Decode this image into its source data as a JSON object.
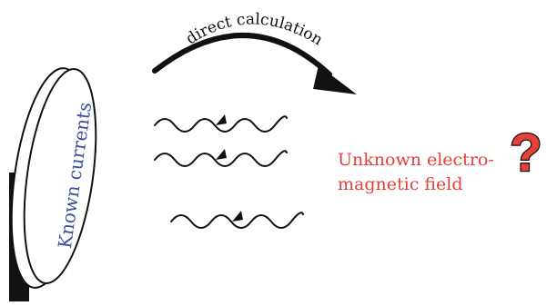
{
  "arrow_label": "direct calculation",
  "source_label": "Known currents",
  "field_label": {
    "line1": "Unknown electro-",
    "line2": "magnetic field"
  },
  "question_mark": "?",
  "colors": {
    "field_text": "#e5403a",
    "source_text": "#3c4fa0",
    "ink": "#111111"
  },
  "icons": [
    "curved-arrow-icon",
    "wave-icon",
    "question-mark-icon"
  ]
}
